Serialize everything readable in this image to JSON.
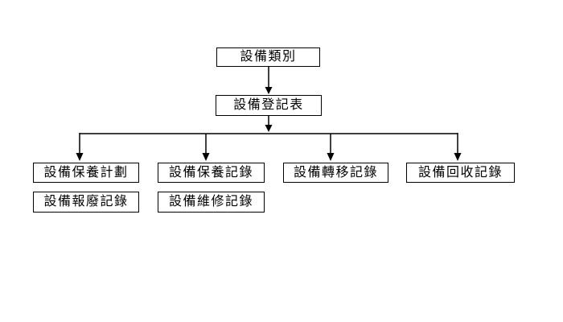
{
  "diagram": {
    "background": "#ffffff",
    "line_color": "#000000",
    "box_border_color": "#000000",
    "text_color": "#000000",
    "nodes": {
      "category": {
        "label": "設備類別"
      },
      "register": {
        "label": "設備登記表"
      },
      "maintenance_plan": {
        "label": "設備保養計劃"
      },
      "maintenance_record": {
        "label": "設備保養記錄"
      },
      "transfer_record": {
        "label": "設備轉移記錄"
      },
      "recycle_record": {
        "label": "設備回收記錄"
      },
      "scrap_record": {
        "label": "設備報廢記錄"
      },
      "repair_record": {
        "label": "設備維修記錄"
      }
    }
  }
}
